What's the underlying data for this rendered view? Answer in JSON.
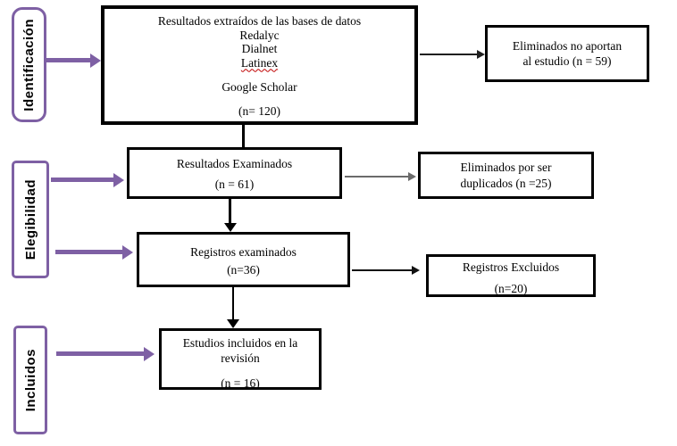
{
  "flow": {
    "stage_labels": [
      {
        "label": "Identificación"
      },
      {
        "label": "Elegibilidad"
      },
      {
        "label": "Incluidos"
      }
    ],
    "box_identification": {
      "title": "Resultados extraídos de las bases de datos",
      "sources": [
        "Redalyc",
        "Dialnet",
        "Latinex"
      ],
      "source_scholar": "Google Scholar",
      "count": "(n= 120)"
    },
    "box_removed_no_contribution": {
      "line1": "Eliminados no aportan",
      "line2": "al estudio (n = 59)"
    },
    "box_screened": {
      "line1": "Resultados Examinados",
      "count": "(n = 61)"
    },
    "box_removed_duplicates": {
      "line1": "Eliminados por ser",
      "line2": "duplicados (n =25)"
    },
    "box_records_examined": {
      "line1": "Registros examinados",
      "count": "(n=36)"
    },
    "box_records_excluded": {
      "line1": "Registros Excluidos",
      "count": "(n=20)"
    },
    "box_studies_included": {
      "line1": "Estudios incluidos en la",
      "line2": "revisión",
      "count": "(n = 16)"
    },
    "colors": {
      "accent_purple": "#7E60A4",
      "box_border": "#000000",
      "spellcheck_red": "#C00000"
    }
  }
}
